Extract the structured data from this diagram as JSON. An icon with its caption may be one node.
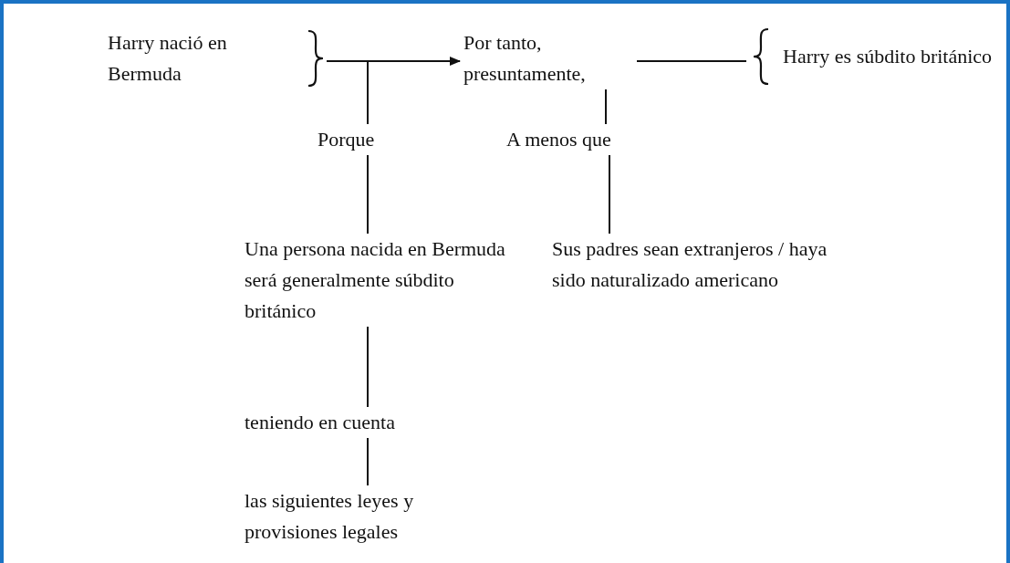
{
  "diagram": {
    "nodes": [
      {
        "text": [
          "Harry nació en Bermuda"
        ]
      },
      {
        "text": [
          "Por tanto, presuntamente,"
        ]
      },
      {
        "text": [
          "Harry es súbdito británico"
        ]
      },
      {
        "text": [
          "Porque"
        ]
      },
      {
        "text": [
          "A menos que"
        ]
      },
      {
        "text": [
          "Una persona nacida en Bermuda será generalmente súbdito británico"
        ]
      },
      {
        "text": [
          "Sus padres sean extranjeros / haya sido naturalizado americano"
        ]
      },
      {
        "text": [
          "teniendo en cuenta"
        ]
      },
      {
        "text": [
          "las siguientes leyes y provisiones legales"
        ]
      }
    ],
    "edges": [
      {
        "from": 0,
        "to": 1,
        "arrow": "to"
      },
      {
        "from": 1,
        "to": 2,
        "arrow": "none"
      },
      {
        "from": 3,
        "to": null,
        "arrow": "none"
      },
      {
        "from": 1,
        "to": 4,
        "arrow": "none"
      },
      {
        "from": 3,
        "to": 5,
        "arrow": "none"
      },
      {
        "from": 4,
        "to": 6,
        "arrow": "none"
      },
      {
        "from": 5,
        "to": 7,
        "arrow": "none"
      },
      {
        "from": 7,
        "to": 8,
        "arrow": "none"
      }
    ]
  }
}
